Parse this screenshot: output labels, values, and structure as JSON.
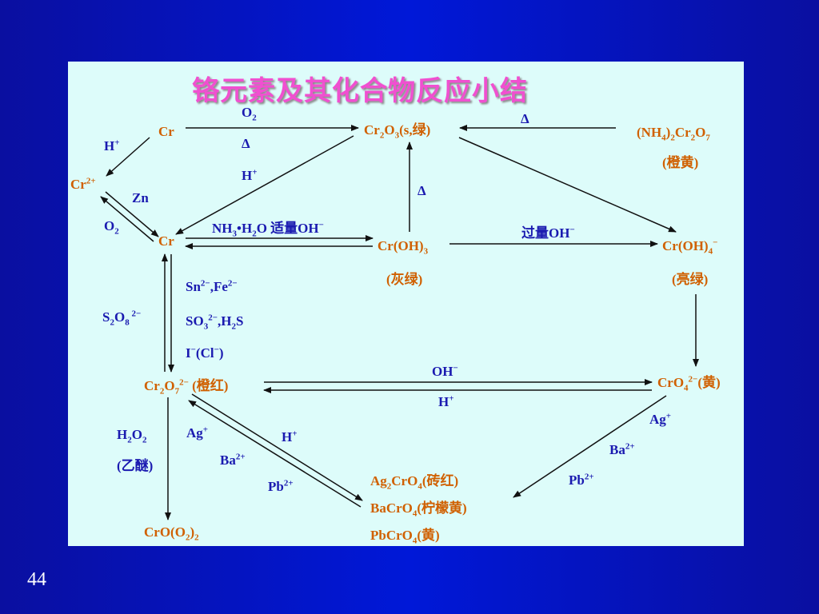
{
  "title": "铬元素及其化合物反应小结",
  "page_number": "44",
  "species": {
    "cr_top": "Cr",
    "cr2plus": "Cr",
    "cr2plus_sup": "2+",
    "cr_mid": "Cr",
    "cr2o3": [
      "Cr",
      "2",
      "O",
      "3",
      "(s,绿)"
    ],
    "nh4_dichromate": [
      "(NH",
      "4",
      ")",
      "2",
      "Cr",
      "2",
      "O",
      "7"
    ],
    "nh4_dichromate_color": "(橙黄)",
    "croh3": [
      "Cr(OH)",
      "3"
    ],
    "croh3_color": "(灰绿)",
    "croh4": [
      "Cr(OH)",
      "4",
      "−"
    ],
    "croh4_color": "(亮绿)",
    "cr2o7": [
      "Cr",
      "2",
      "O",
      "7",
      "2−",
      " (橙红)"
    ],
    "cro4": [
      "CrO",
      "4",
      "2−",
      "(黄)"
    ],
    "cro5": [
      "CrO(O",
      "2",
      ")",
      "2"
    ],
    "precip1": [
      "Ag",
      "2",
      "CrO",
      "4",
      "(砖红)"
    ],
    "precip2": [
      "BaCrO",
      "4",
      "(柠檬黄)"
    ],
    "precip3": [
      "PbCrO",
      "4",
      "(黄)"
    ]
  },
  "reagents": {
    "o2_top": [
      "O",
      "2"
    ],
    "delta_top": "Δ",
    "hplus_top": [
      "H",
      "+"
    ],
    "hplus_left": [
      "H",
      "+"
    ],
    "zn": "Zn",
    "o2_left": [
      "O",
      "2"
    ],
    "delta_right": "Δ",
    "delta_mid": "Δ",
    "nh3": [
      "NH",
      "3",
      "•H",
      "2",
      "O 适量OH",
      "−"
    ],
    "excess_oh": [
      "过量OH",
      "−"
    ],
    "reductant1": [
      "Sn",
      "2−",
      ",Fe",
      "2−"
    ],
    "reductant2": [
      "SO",
      "3",
      "2−",
      ",H",
      "2",
      "S"
    ],
    "reductant3": [
      "I",
      "−",
      "(Cl",
      "−",
      ")"
    ],
    "s2o8": [
      "S",
      "2",
      "O",
      "8",
      " 2−"
    ],
    "oh_mid": [
      "OH",
      "−"
    ],
    "hplus_mid": [
      "H",
      "+"
    ],
    "h2o2": [
      "H",
      "2",
      "O",
      "2"
    ],
    "ether": "(乙醚)",
    "ag_left": [
      "Ag",
      "+"
    ],
    "ba_left": [
      "Ba",
      "2+"
    ],
    "pb_left": [
      "Pb",
      "2+"
    ],
    "hplus_lower": [
      "H",
      "+"
    ],
    "ag_right": [
      "Ag",
      "+"
    ],
    "ba_right": [
      "Ba",
      "2+"
    ],
    "pb_right": [
      "Pb",
      "2+"
    ]
  }
}
